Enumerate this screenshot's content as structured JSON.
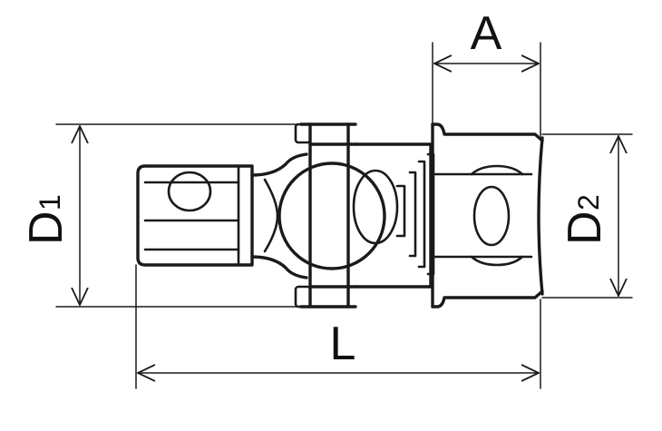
{
  "dimensions": {
    "A": {
      "label": "A"
    },
    "D1": {
      "label": "D",
      "subscript": "1"
    },
    "D2": {
      "label": "D",
      "subscript": "2"
    },
    "L": {
      "label": "L"
    }
  },
  "colors": {
    "line": "#1a1a1a",
    "background": "#ffffff"
  }
}
